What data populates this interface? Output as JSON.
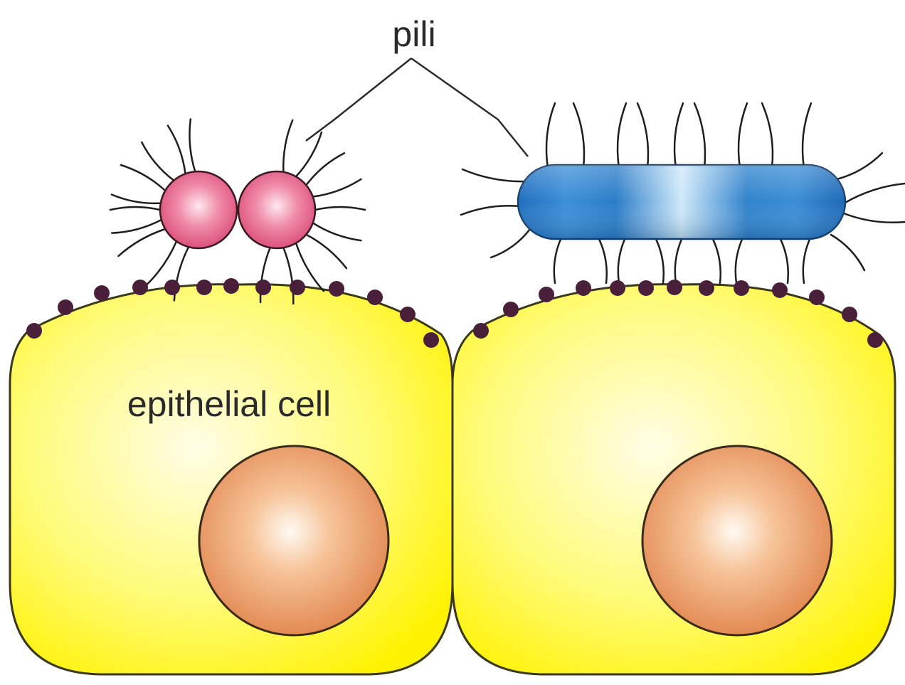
{
  "labels": {
    "pili": "pili",
    "epithelial_cell": "epithelial cell"
  },
  "colors": {
    "background": "#ffffff",
    "cell_fill": "#ffff00",
    "cell_highlight": "#fffbd8",
    "cell_outline": "#3a3a1a",
    "nucleus_fill": "#e88a50",
    "nucleus_highlight": "#fff5ec",
    "coccus_fill": "#e0507a",
    "coccus_highlight": "#fde3ec",
    "bacillus_fill": "#2a7cc8",
    "bacillus_highlight": "#d8eefc",
    "pili_stroke": "#1e1e1e",
    "receptor_fill": "#4a1f3a"
  },
  "structures": {
    "cells": [
      "epithelial-cell-left",
      "epithelial-cell-right"
    ],
    "bacteria": [
      "diplococcus",
      "bacillus"
    ]
  }
}
